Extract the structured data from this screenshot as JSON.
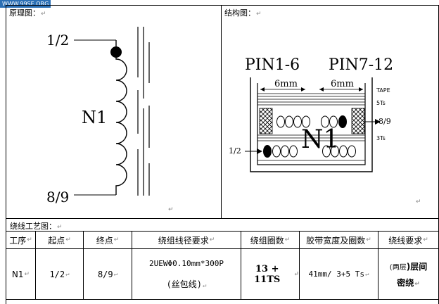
{
  "watermark": "WWW.99SE.ORG",
  "mark": "↵",
  "schematic": {
    "title": "原理图：",
    "pin_top": "1/2",
    "pin_bottom": "8/9",
    "winding": "N1"
  },
  "structure": {
    "title": "结构图：",
    "pin_left": "PIN1-6",
    "pin_right": "PIN7-12",
    "dim_left": "6mm",
    "dim_right": "6mm",
    "tape_label": "TAPE",
    "ts_top": "5Ts",
    "ts_right_pin": "8/9",
    "ts_mid": "3Ts",
    "start_pin": "1/2",
    "winding": "N1"
  },
  "process": {
    "title": "绕线工艺图：",
    "headers": [
      "工序",
      "起点",
      "终点",
      "绕组线径要求",
      "绕组圈数",
      "胶带宽度及圈数",
      "绕线要求"
    ],
    "row": {
      "step": "N1",
      "start": "1/2",
      "end": "8/9",
      "wire_line1": "2UEWΦ0.10mm*300P",
      "wire_line2": "(丝包线)",
      "turns": "13 + 11TS",
      "tape": "41mm/ 3+5 Ts",
      "req_prefix": "(两层",
      "req_rest": ")层间",
      "req_line2": "密绕"
    }
  }
}
